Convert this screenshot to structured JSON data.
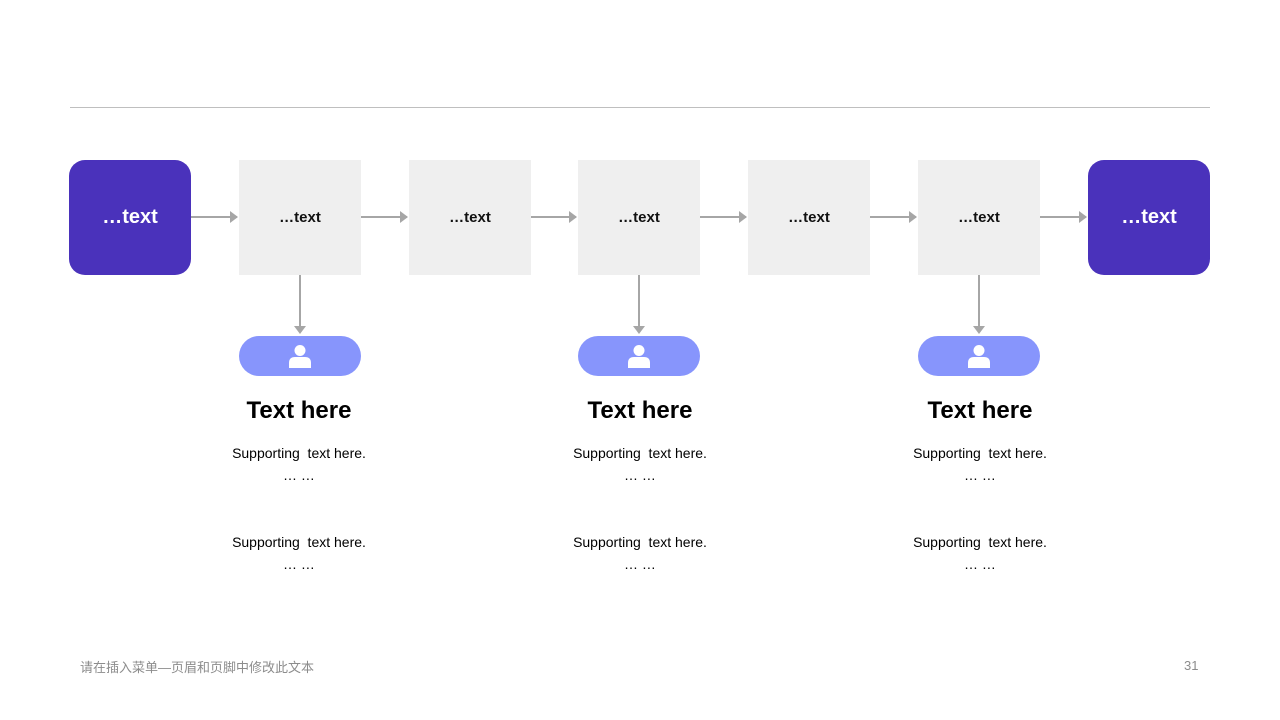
{
  "flow": {
    "start": "…text",
    "steps": [
      "…text",
      "…text",
      "…text",
      "…text",
      "…text"
    ],
    "end": "…text"
  },
  "columns": [
    {
      "title": "Text here",
      "sup1": "Supporting  text here.",
      "dots1": "… …",
      "sup2": "Supporting  text here.",
      "dots2": "… …"
    },
    {
      "title": "Text here",
      "sup1": "Supporting  text here.",
      "dots1": "… …",
      "sup2": "Supporting  text here.",
      "dots2": "… …"
    },
    {
      "title": "Text here",
      "sup1": "Supporting  text here.",
      "dots1": "… …",
      "sup2": "Supporting  text here.",
      "dots2": "… …"
    }
  ],
  "footer": {
    "text": "请在插入菜单—页眉和页脚中修改此文本",
    "page_number": "31"
  },
  "colors": {
    "end_node": "#4a32bb",
    "step_node": "#efefef",
    "pill": "#8795fc",
    "arrow": "#a6a6a6"
  },
  "icons": {
    "pill_icon": "user-icon"
  }
}
